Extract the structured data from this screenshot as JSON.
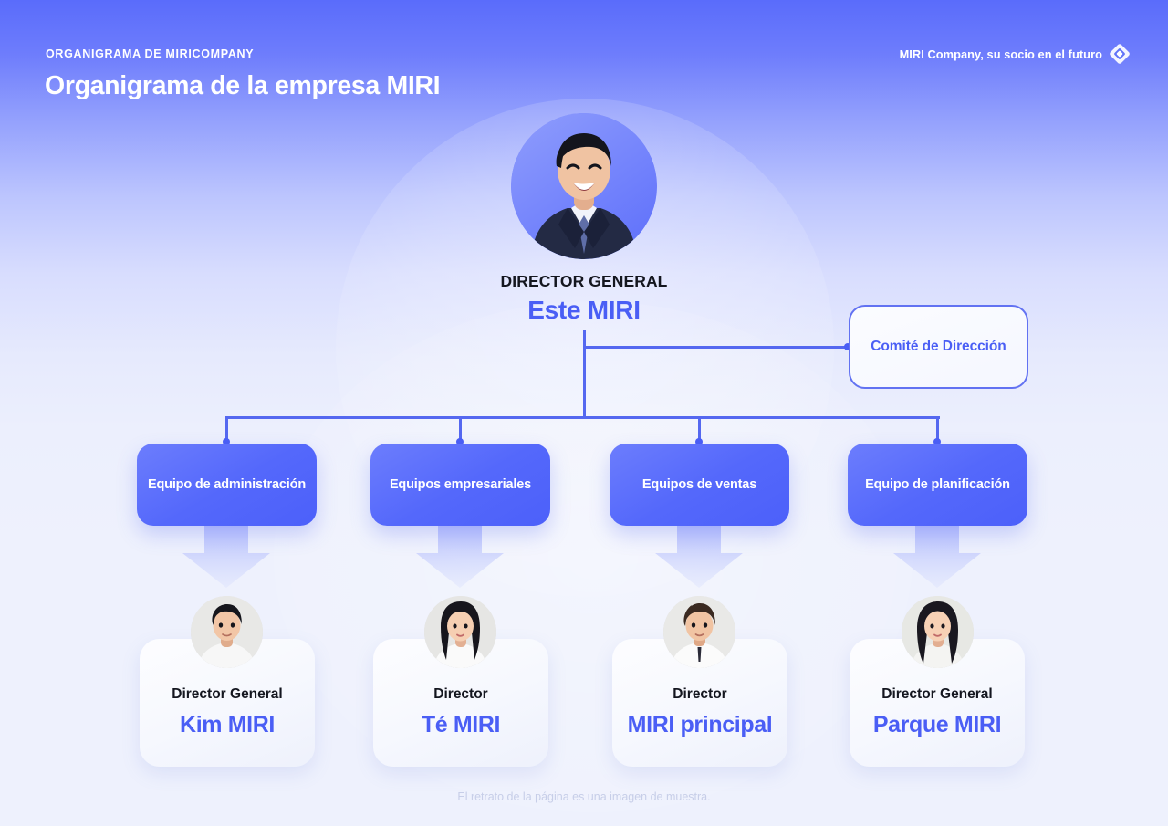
{
  "header": {
    "kicker": "ORGANIGRAMA DE MIRICOMPANY",
    "title": "Organigrama de la empresa MIRI",
    "tagline": "MIRI Company, su socio en el futuro",
    "logo_icon": "diamond-logo-icon"
  },
  "ceo": {
    "role": "DIRECTOR GENERAL",
    "name": "Este MIRI",
    "photo_icon": "ceo-portrait"
  },
  "committee": {
    "label": "Comité de Dirección"
  },
  "departments": [
    {
      "label": "Equipo de administración"
    },
    {
      "label": "Equipos empresariales"
    },
    {
      "label": "Equipos de ventas"
    },
    {
      "label": "Equipo de planificación"
    }
  ],
  "people": [
    {
      "role": "Director General",
      "name": "Kim MIRI",
      "photo_icon": "person-portrait-1"
    },
    {
      "role": "Director",
      "name": "Té MIRI",
      "photo_icon": "person-portrait-2"
    },
    {
      "role": "Director",
      "name": "MIRI principal",
      "photo_icon": "person-portrait-3"
    },
    {
      "role": "Director General",
      "name": "Parque MIRI",
      "photo_icon": "person-portrait-4"
    }
  ],
  "footnote": "El retrato de la página es una imagen de muestra.",
  "colors": {
    "accent": "#4a5ef5",
    "box_blue": "#5468fb",
    "header_top": "#5a6cfb",
    "page_bottom": "#eef1fd",
    "text_dark": "#14161f",
    "footnote_gray": "#c7cee8"
  }
}
